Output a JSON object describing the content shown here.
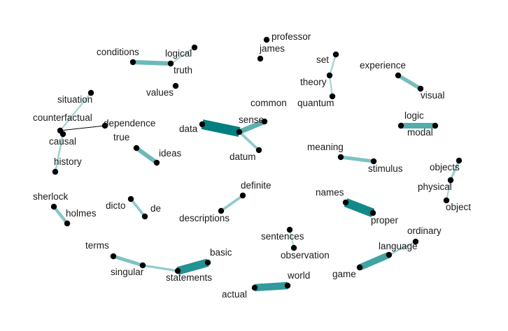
{
  "chart_data": {
    "type": "network",
    "colors": {
      "node": "#000000",
      "edge_strong": "#008080",
      "edge_weak": "#a8d8d8",
      "edge_thin": "#000000"
    },
    "nodes": [
      {
        "id": "professor",
        "label": "professor"
      },
      {
        "id": "james",
        "label": "james"
      },
      {
        "id": "conditions",
        "label": "conditions"
      },
      {
        "id": "logical",
        "label": "logical"
      },
      {
        "id": "truth",
        "label": "truth"
      },
      {
        "id": "values",
        "label": "values"
      },
      {
        "id": "set",
        "label": "set"
      },
      {
        "id": "theory",
        "label": "theory"
      },
      {
        "id": "quantum",
        "label": "quantum"
      },
      {
        "id": "experience",
        "label": "experience"
      },
      {
        "id": "visual",
        "label": "visual"
      },
      {
        "id": "situation",
        "label": "situation"
      },
      {
        "id": "counterfactual",
        "label": "counterfactual"
      },
      {
        "id": "dependence",
        "label": "dependence"
      },
      {
        "id": "causal",
        "label": "causal"
      },
      {
        "id": "history",
        "label": "history"
      },
      {
        "id": "common",
        "label": "common"
      },
      {
        "id": "sense",
        "label": "sense"
      },
      {
        "id": "data",
        "label": "data"
      },
      {
        "id": "datum",
        "label": "datum"
      },
      {
        "id": "logic",
        "label": "logic"
      },
      {
        "id": "modal",
        "label": "modal"
      },
      {
        "id": "true",
        "label": "true"
      },
      {
        "id": "ideas",
        "label": "ideas"
      },
      {
        "id": "meaning",
        "label": "meaning"
      },
      {
        "id": "stimulus",
        "label": "stimulus"
      },
      {
        "id": "objects",
        "label": "objects"
      },
      {
        "id": "physical",
        "label": "physical"
      },
      {
        "id": "object",
        "label": "object"
      },
      {
        "id": "definite",
        "label": "definite"
      },
      {
        "id": "descriptions",
        "label": "descriptions"
      },
      {
        "id": "names",
        "label": "names"
      },
      {
        "id": "proper",
        "label": "proper"
      },
      {
        "id": "sherlock",
        "label": "sherlock"
      },
      {
        "id": "holmes",
        "label": "holmes"
      },
      {
        "id": "dicto",
        "label": "dicto"
      },
      {
        "id": "de",
        "label": "de"
      },
      {
        "id": "ordinary",
        "label": "ordinary"
      },
      {
        "id": "sentences",
        "label": "sentences"
      },
      {
        "id": "observation",
        "label": "observation"
      },
      {
        "id": "language",
        "label": "language"
      },
      {
        "id": "terms",
        "label": "terms"
      },
      {
        "id": "singular",
        "label": "singular"
      },
      {
        "id": "basic",
        "label": "basic"
      },
      {
        "id": "statements",
        "label": "statements"
      },
      {
        "id": "game",
        "label": "game"
      },
      {
        "id": "world",
        "label": "world"
      },
      {
        "id": "actual",
        "label": "actual"
      }
    ],
    "edges": [
      {
        "source": "conditions",
        "target": "truth",
        "weight": 0.35
      },
      {
        "source": "logical",
        "target": "truth",
        "weight": 0.02
      },
      {
        "source": "set",
        "target": "theory",
        "weight": 0.03
      },
      {
        "source": "theory",
        "target": "quantum",
        "weight": 0.02
      },
      {
        "source": "experience",
        "target": "visual",
        "weight": 0.3
      },
      {
        "source": "situation",
        "target": "counterfactual",
        "weight": 0.02
      },
      {
        "source": "counterfactual",
        "target": "dependence",
        "weight": 0.01,
        "style": "thin"
      },
      {
        "source": "counterfactual",
        "target": "causal",
        "weight": 0.02
      },
      {
        "source": "causal",
        "target": "history",
        "weight": 0.06
      },
      {
        "source": "data",
        "target": "sense",
        "weight": 1.0
      },
      {
        "source": "common",
        "target": "sense",
        "weight": 0.45
      },
      {
        "source": "sense",
        "target": "datum",
        "weight": 0.15
      },
      {
        "source": "logic",
        "target": "modal",
        "weight": 0.5
      },
      {
        "source": "true",
        "target": "ideas",
        "weight": 0.35
      },
      {
        "source": "meaning",
        "target": "stimulus",
        "weight": 0.25
      },
      {
        "source": "objects",
        "target": "physical",
        "weight": 0.1
      },
      {
        "source": "physical",
        "target": "object",
        "weight": 0.01
      },
      {
        "source": "definite",
        "target": "descriptions",
        "weight": 0.15
      },
      {
        "source": "names",
        "target": "proper",
        "weight": 0.9
      },
      {
        "source": "sherlock",
        "target": "holmes",
        "weight": 0.2
      },
      {
        "source": "dicto",
        "target": "de",
        "weight": 0.15
      },
      {
        "source": "ordinary",
        "target": "language",
        "weight": 0.04
      },
      {
        "source": "sentences",
        "target": "observation",
        "weight": 0.01
      },
      {
        "source": "language",
        "target": "game",
        "weight": 0.6
      },
      {
        "source": "terms",
        "target": "singular",
        "weight": 0.25
      },
      {
        "source": "singular",
        "target": "statements",
        "weight": 0.12
      },
      {
        "source": "statements",
        "target": "basic",
        "weight": 0.8
      },
      {
        "source": "actual",
        "target": "world",
        "weight": 0.7
      }
    ]
  }
}
